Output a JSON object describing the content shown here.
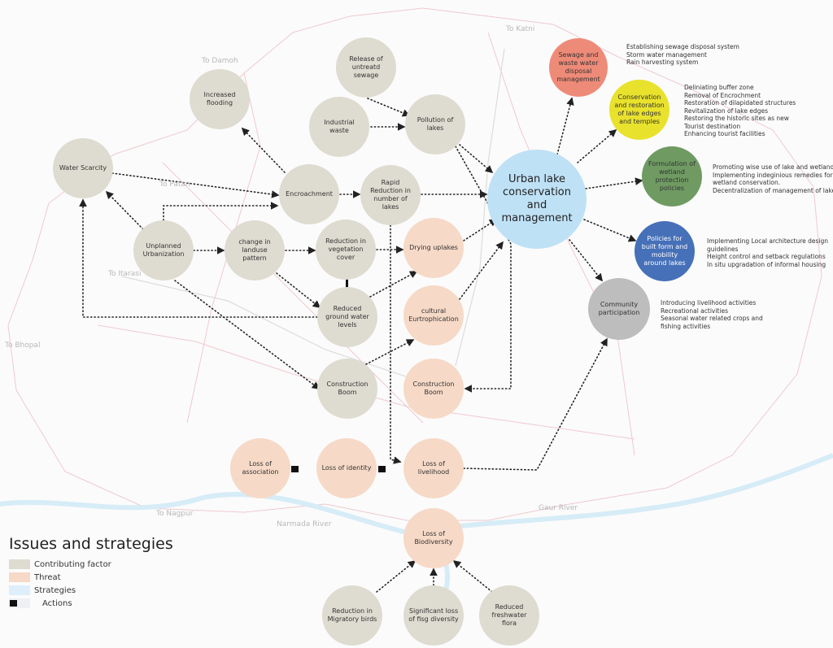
{
  "legend": {
    "title": "Issues and strategies",
    "items": [
      {
        "label": "Contributing factor",
        "color": "#dedbd0"
      },
      {
        "label": "Threat",
        "color": "#f6d9c7"
      },
      {
        "label": "Strategies",
        "color": "#deeefb"
      },
      {
        "label": "Actions",
        "color": "#111111"
      }
    ]
  },
  "map_labels": {
    "katni": "To Katni",
    "damoh": "To Damoh",
    "patan": "To Patan",
    "itarasi": "To Itarasi",
    "bhopal": "To Bhopal",
    "nagpur": "To Nagpur",
    "narmada": "Narmada River",
    "gaur": "Gaur River"
  },
  "nodes": {
    "sewage_mgmt": "Sewage and waste water disposal management",
    "conservation": "Conservation and restoration of lake edges and temples",
    "wetland": "Formulation of wetland protection policies",
    "policies": "Policies for built form and mobility around lakes",
    "community": "Community participation",
    "urban_lake": "Urban lake conservation and management",
    "untreated": "Release of untreatd sewage",
    "industrial": "Industrial waste",
    "pollution": "Pollution of lakes",
    "flooding": "Increased flooding",
    "scarcity": "Water Scarcity",
    "encroachment": "Encroachment",
    "rapid": "Rapid Reduction in number of lakes",
    "unplanned": "Unplanned Urbanization",
    "landuse": "change in landuse pattern",
    "vegetation": "Reduction in vegetation cover",
    "drying": "Drying uplakes",
    "groundwater": "Reduced ground water levels",
    "eutrophication": "cultural Eurtrophication",
    "construction_cf": "Construction Boom",
    "construction_th": "Construction Boom",
    "association": "Loss of association",
    "identity": "Loss of identity",
    "livelihood": "Loss of livelihood",
    "biodiversity": "Loss of Biodiversity",
    "migratory": "Reduction in Migratory birds",
    "fish": "Significant loss of fisg diversity",
    "flora": "Reduced freshwater flora"
  },
  "strategy_notes": {
    "sewage_mgmt": [
      "Establishing sewage disposal system",
      "Storm water management",
      "Rain harvesting system"
    ],
    "conservation": [
      "Deliniating buffer zone",
      "Removal of Encrochment",
      "Restoration of dilapidated structures",
      "Revitalization of lake edges",
      "Restoring the historic sites as new",
      "Tourist destination",
      "Enhancing tourist facilities"
    ],
    "wetland": [
      "Promoting wise use of lake and wetland",
      "Implementing indeginious remedies for",
      "wetland conservation.",
      "Decentralization of management of lake"
    ],
    "policies": [
      "Implementing Local architecture design",
      "guidelines",
      "Height control and setback regulations",
      "In situ upgradation of informal housing"
    ],
    "community": [
      "Introducing livelihood activities",
      "Recreational  activities",
      "Seasonal water related crops and",
      "fishing activities"
    ]
  },
  "colors": {
    "sewage_mgmt": "#ee8b78",
    "conservation": "#e9e22c",
    "wetland": "#6f9b63",
    "policies": "#4670b8",
    "community": "#bdbdbd",
    "urban_lake": "#bfe1f6"
  }
}
